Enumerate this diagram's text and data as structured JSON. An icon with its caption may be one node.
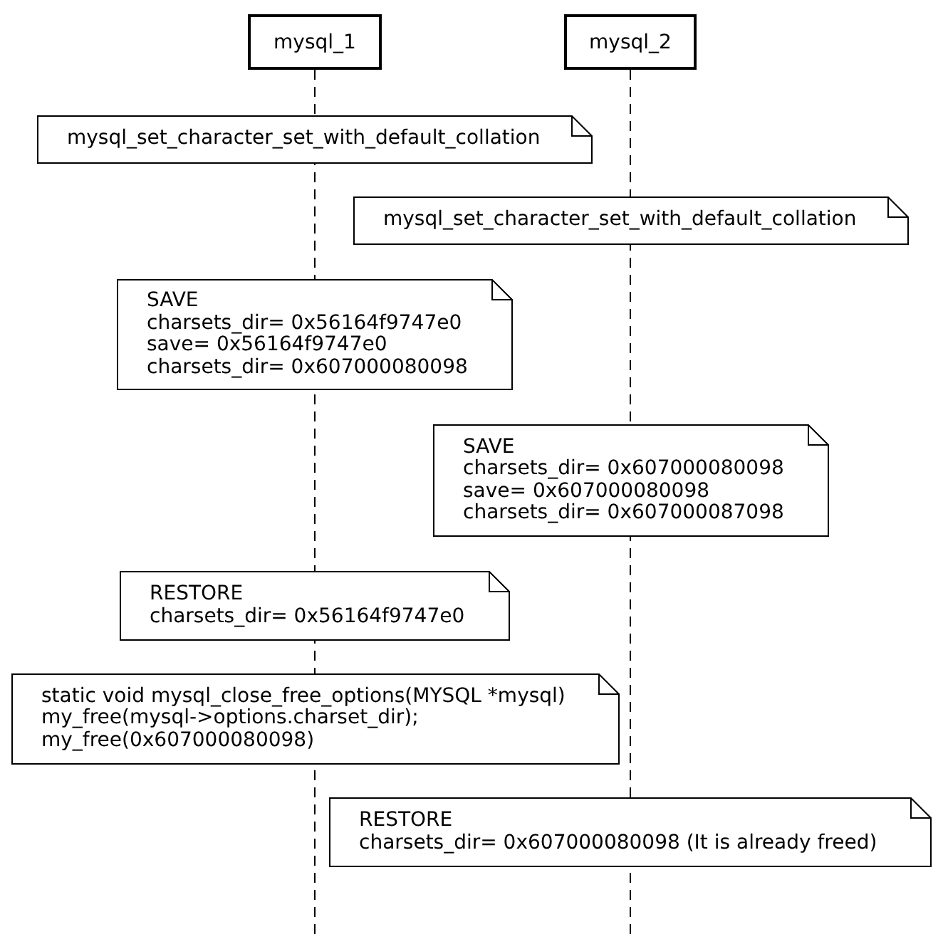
{
  "diagram": {
    "nodes": [
      {
        "text": [
          "mysql_1"
        ]
      },
      {
        "text": [
          "mysql_2"
        ]
      },
      {
        "text": [
          "mysql_set_character_set_with_default_collation"
        ]
      },
      {
        "text": [
          "mysql_set_character_set_with_default_collation"
        ]
      },
      {
        "text": [
          "SAVE",
          "charsets_dir= 0x56164f9747e0",
          "save= 0x56164f9747e0",
          "charsets_dir= 0x607000080098"
        ]
      },
      {
        "text": [
          "SAVE",
          "charsets_dir= 0x607000080098",
          "save= 0x607000080098",
          "charsets_dir= 0x607000087098"
        ]
      },
      {
        "text": [
          "RESTORE",
          "charsets_dir= 0x56164f9747e0"
        ]
      },
      {
        "text": [
          "static void mysql_close_free_options(MYSQL *mysql)",
          "my_free(mysql->options.charset_dir);",
          "my_free(0x607000080098)"
        ]
      },
      {
        "text": [
          "RESTORE",
          "charsets_dir= 0x607000080098 (It is already freed)"
        ]
      }
    ],
    "edges": []
  }
}
